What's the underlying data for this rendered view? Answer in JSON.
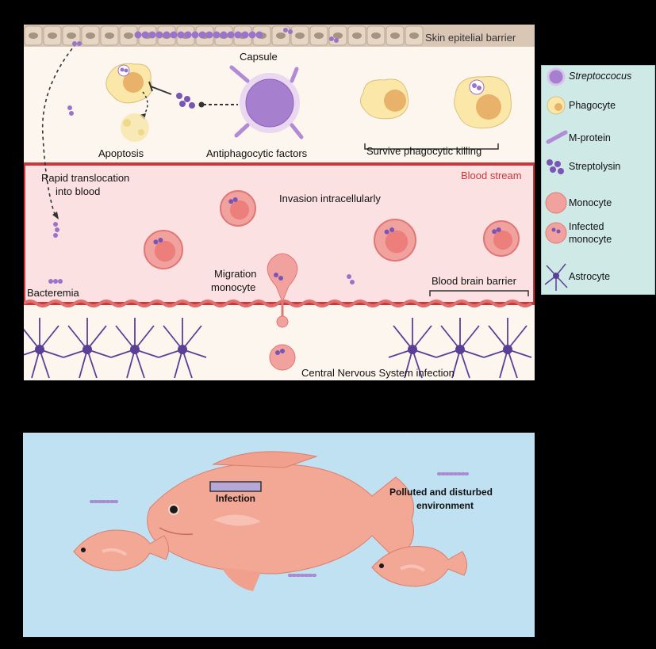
{
  "top": {
    "skin_barrier": "Skin epitelial barrier",
    "capsule": "Capsule",
    "apoptosis": "Apoptosis",
    "antiphagocytic": "Antiphagocytic factors",
    "survive": "Survive phagocytic killing",
    "blood_stream": "Blood stream",
    "rapid_line1": "Rapid translocation",
    "rapid_line2": "into blood",
    "invasion": "Invasion intracellularly",
    "migration_line1": "Migration",
    "migration_line2": "monocyte",
    "bacteremia": "Bacteremia",
    "bbb": "Blood brain barrier",
    "cns": "Central Nervous System infection"
  },
  "legend": {
    "items": [
      {
        "label": "Streptoccocus",
        "icon": "streptococcus-icon"
      },
      {
        "label": "Phagocyte",
        "icon": "phagocyte-icon"
      },
      {
        "label": "M-protein",
        "icon": "m-protein-icon"
      },
      {
        "label": "Streptolysin",
        "icon": "streptolysin-icon"
      },
      {
        "label": "Monocyte",
        "icon": "monocyte-icon"
      },
      {
        "label": "Infected",
        "label2": "monocyte",
        "icon": "infected-monocyte-icon"
      },
      {
        "label": "Astrocyte",
        "icon": "astrocyte-icon"
      }
    ]
  },
  "bottom": {
    "infection": "Infection",
    "polluted_line1": "Polluted and disturbed",
    "polluted_line2": "environment"
  },
  "colors": {
    "panel_top": "#fdf6ee",
    "blood": "#fbe1e1",
    "blood_border": "#c8373b",
    "water": "#bfe1f1",
    "legend_bg": "#cfe9e6",
    "bacteria": "#9b73c8",
    "phagocyte": "#fbe8a8",
    "monocyte": "#f08a86",
    "astrocyte": "#5b3f97",
    "fish": "#f3a795"
  }
}
